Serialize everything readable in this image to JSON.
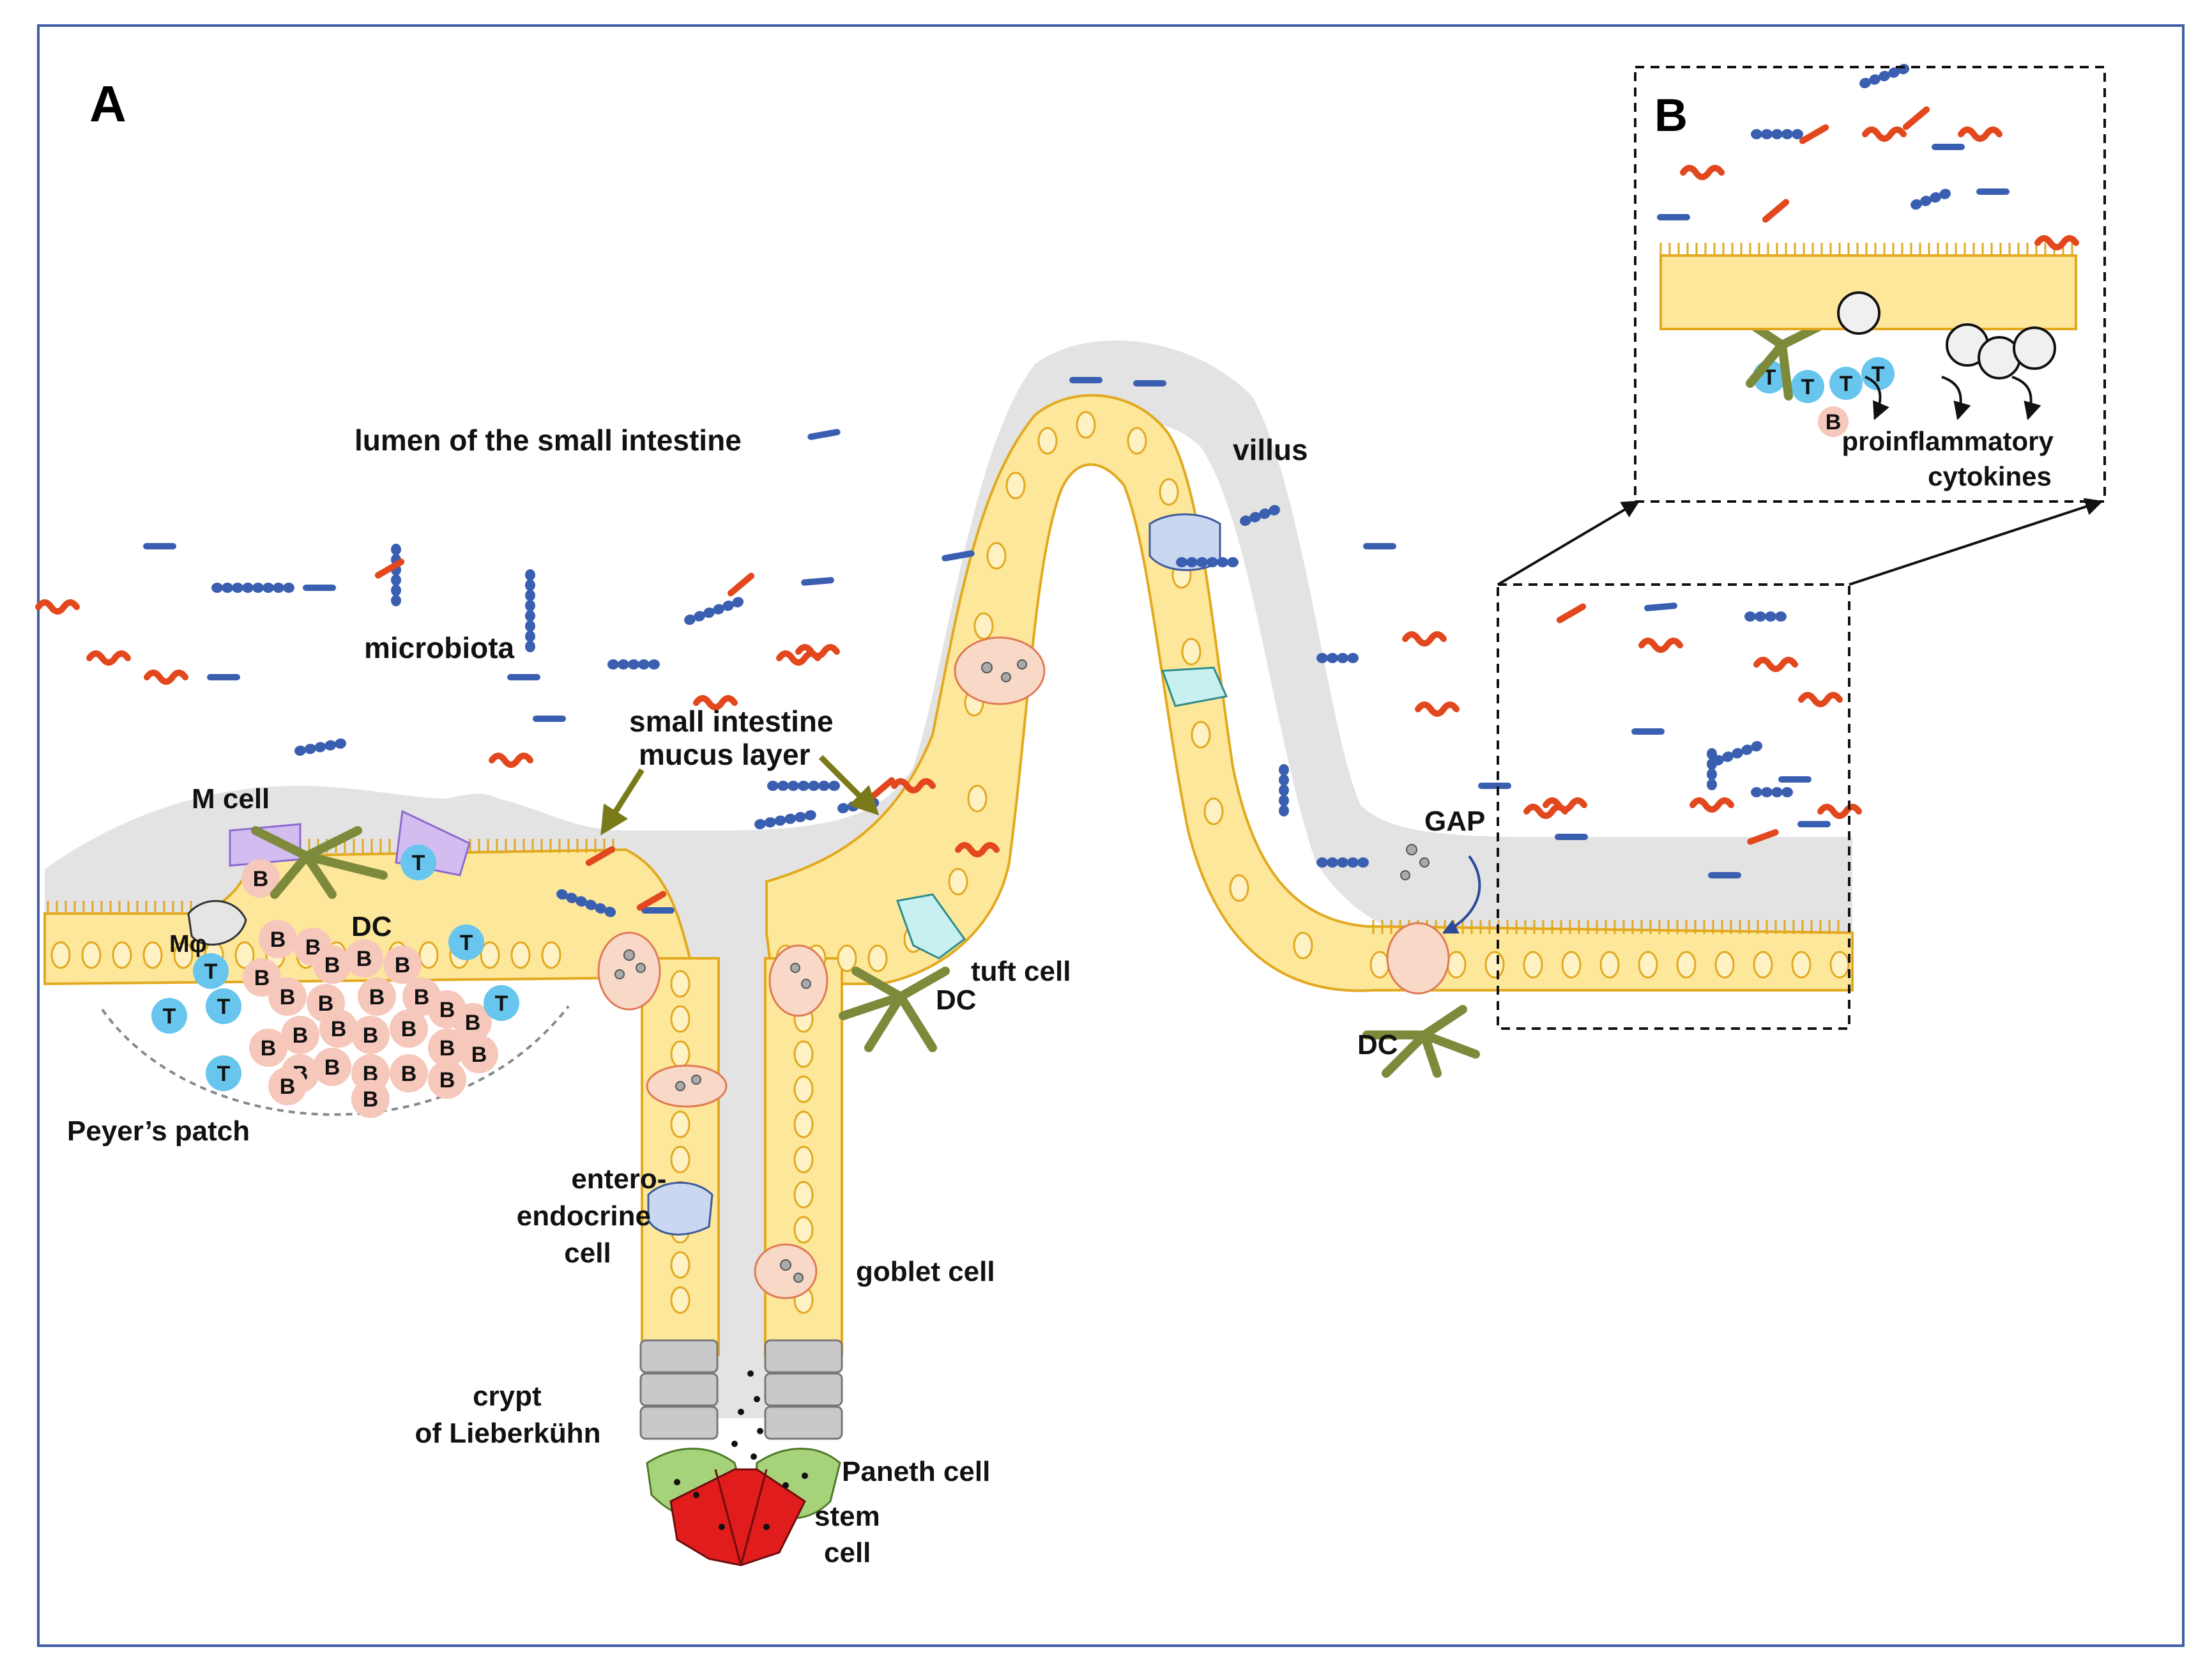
{
  "panels": {
    "a": "A",
    "b": "B"
  },
  "labels": {
    "lumen": "lumen of the small intestine",
    "villus": "villus",
    "microbiota": "microbiota",
    "mucus_1": "small intestine",
    "mucus_2": "mucus layer",
    "m_cell": "M cell",
    "mphi": "Mφ",
    "dc_pp": "DC",
    "peyers": "Peyer’s patch",
    "tuft": "tuft cell",
    "dc_crypt": "DC",
    "gap": "GAP",
    "dc_villus": "DC",
    "entero_1": "entero-",
    "entero_2": "endocrine",
    "entero_3": "cell",
    "goblet": "goblet cell",
    "crypt_1": "crypt",
    "crypt_2": "of Lieberkühn",
    "paneth": "Paneth cell",
    "stem_1": "stem",
    "stem_2": "cell",
    "cytokines_1": "proinflammatory",
    "cytokines_2": "cytokines"
  },
  "cell_letters": {
    "t": "T",
    "b": "B"
  },
  "colors": {
    "frame": "#3f5ea6",
    "enterocyte": "#fde79a",
    "enterocyte_edge": "#e2a91f",
    "nucleus": "#fef2c4",
    "mucus": "#e3e3e3",
    "bacteria_red": "#e2471d",
    "bacteria_blue": "#3b5fb0",
    "b_cell": "#f6c7bb",
    "t_cell": "#68c6ee",
    "m_cell": "#d2bcf0",
    "dc": "#7d8a3b",
    "paneth": "#a6d27a",
    "stem": "#e11c1c",
    "crypt_base": "#c9c9c9"
  }
}
